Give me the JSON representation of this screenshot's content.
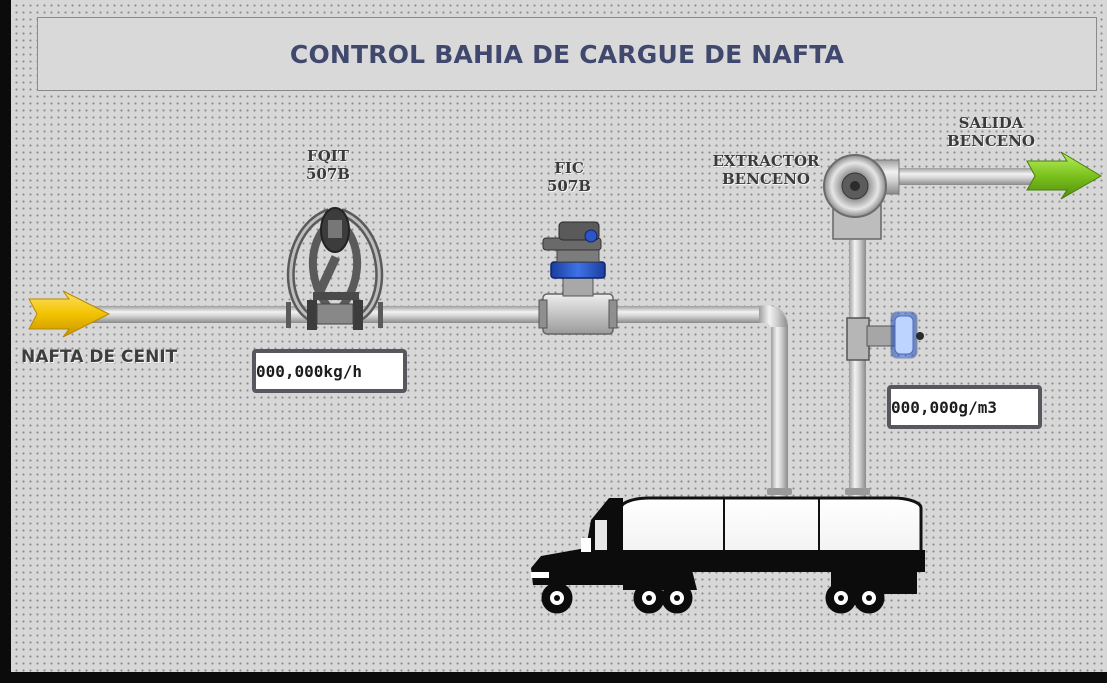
{
  "title": "CONTROL BAHIA DE CARGUE DE NAFTA",
  "labels": {
    "inlet": "NAFTA DE CENIT",
    "flow_transmitter": {
      "line1": "FQIT",
      "line2": "507B"
    },
    "flow_controller": {
      "line1": "FIC",
      "line2": "507B"
    },
    "extractor": {
      "line1": "EXTRACTOR",
      "line2": "BENCENO"
    },
    "outlet": {
      "line1": "SALIDA",
      "line2": "BENCENO"
    }
  },
  "readouts": {
    "mass_flow": "000,000kg/h",
    "density": "000,000g/m3"
  },
  "colors": {
    "inlet_arrow": "#f2c200",
    "outlet_arrow": "#7cc21e",
    "pipe": "#c9c9c9",
    "title_text": "#40486e"
  }
}
